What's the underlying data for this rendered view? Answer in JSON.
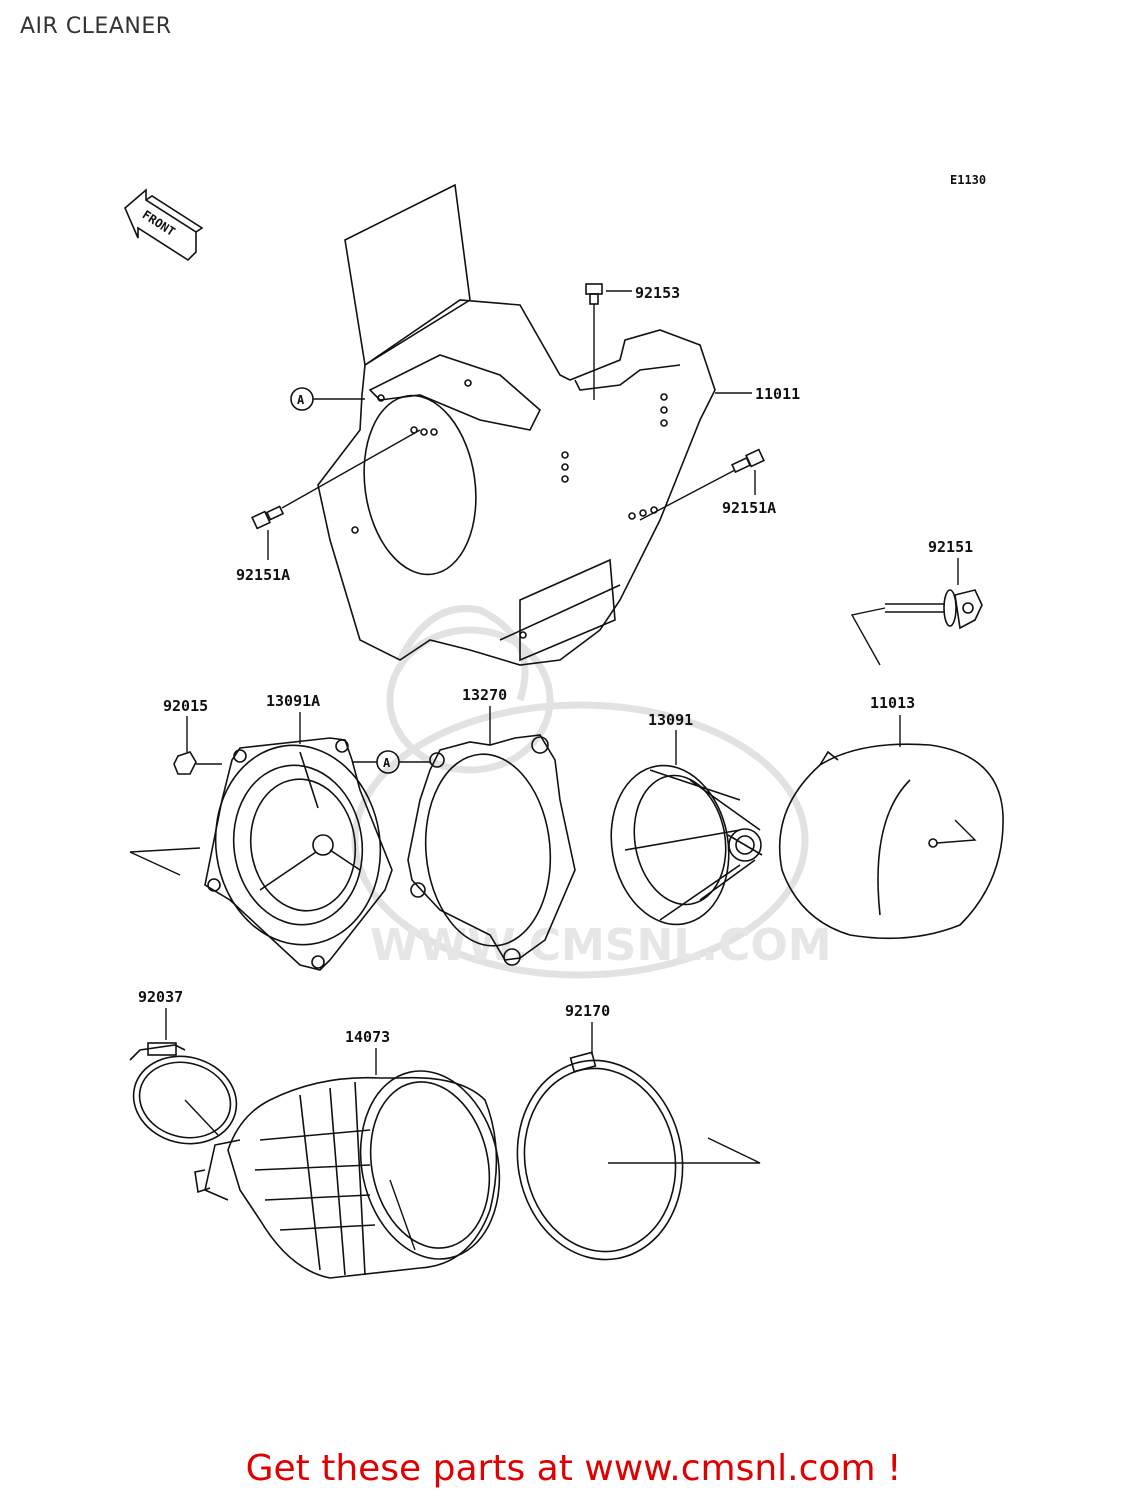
{
  "title": "AIR CLEANER",
  "diagram_code": "E1130",
  "front_arrow_text": "FRONT",
  "watermark": "WWW.CMSNL.COM",
  "ref_marker": "A",
  "parts": {
    "p92153": "92153",
    "p11011": "11011",
    "p92151A_right": "92151A",
    "p92151A_left": "92151A",
    "p92151": "92151",
    "p92015": "92015",
    "p13091A": "13091A",
    "p13270": "13270",
    "p13091": "13091",
    "p11013": "11013",
    "p92037": "92037",
    "p14073": "14073",
    "p92170": "92170"
  },
  "footer": "Get these parts at www.cmsnl.com !",
  "colors": {
    "footer": "#e00000",
    "line": "#111111",
    "watermark": "#e2e2e2"
  }
}
